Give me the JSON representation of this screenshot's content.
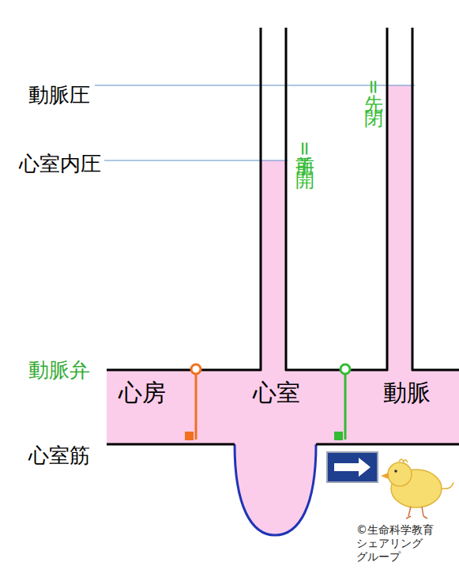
{
  "diagram": {
    "labels": [
      "動脈圧",
      "心室内圧",
      "動脈弁",
      "心室筋",
      "心房",
      "心室",
      "動脈",
      "手前=開",
      "先=閉",
      "©生命科学教育 シェアリング グループ"
    ]
  }
}
